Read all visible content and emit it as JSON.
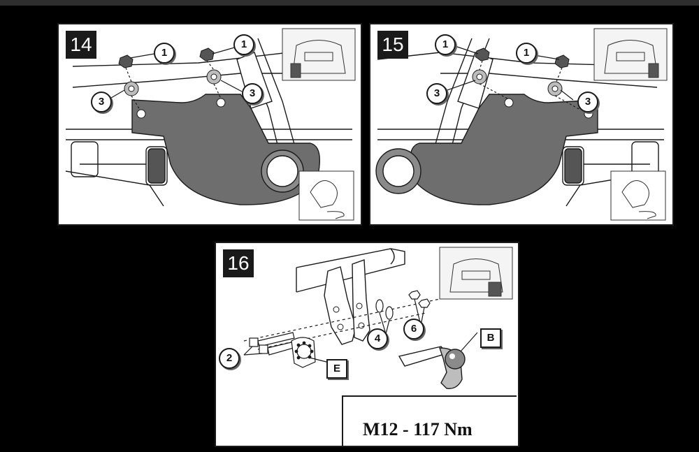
{
  "panels": [
    {
      "step": "14",
      "callouts": [
        "1",
        "1",
        "3",
        "3"
      ]
    },
    {
      "step": "15",
      "callouts": [
        "1",
        "1",
        "3",
        "3"
      ]
    },
    {
      "step": "16",
      "callouts": [
        "2",
        "4",
        "6"
      ],
      "labels": [
        "B",
        "E"
      ],
      "torque": "M12 - 117 Nm"
    }
  ],
  "colors": {
    "bracket": "#6e6e6e",
    "background": "#000000",
    "line": "#1a1a1a"
  }
}
